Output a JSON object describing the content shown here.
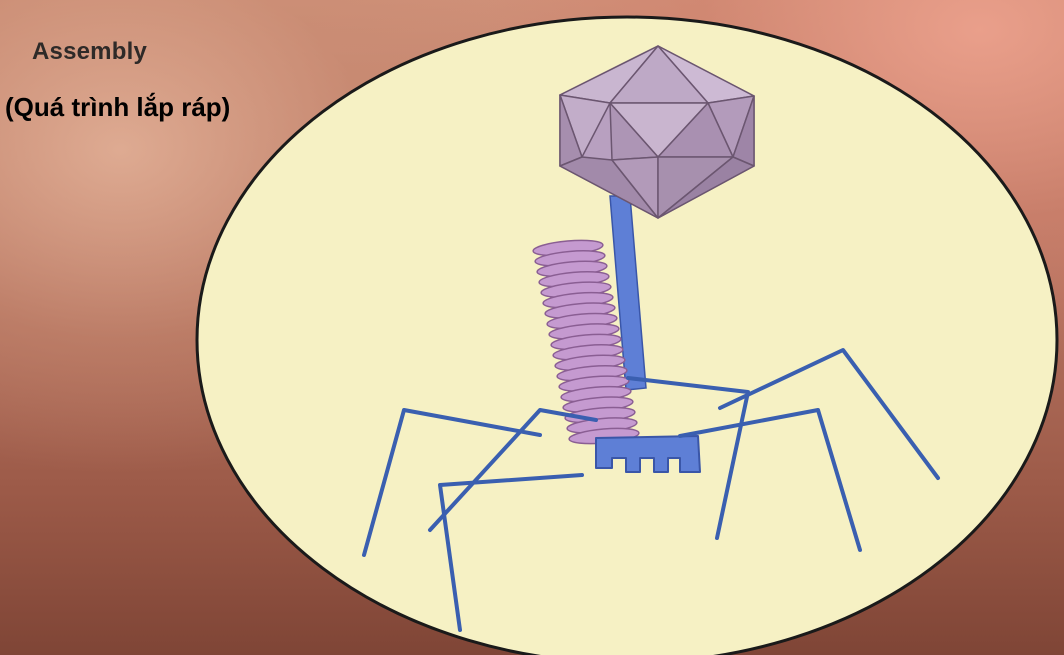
{
  "slide": {
    "title": "Assembly",
    "subtitle": "(Quá trình lắp ráp)"
  },
  "diagram": {
    "subject": "bacteriophage-assembly",
    "colors": {
      "cell_fill": "#f6f1c4",
      "cell_outline": "#1a1a1a",
      "head_fill": "#b8a0c0",
      "head_stroke": "#6b5670",
      "sheath_fill": "#c59ad0",
      "sheath_stroke": "#8a5e93",
      "tail_core": "#5e7fd6",
      "tail_fiber": "#3a5fb0"
    },
    "tail_fiber_count": 6
  }
}
